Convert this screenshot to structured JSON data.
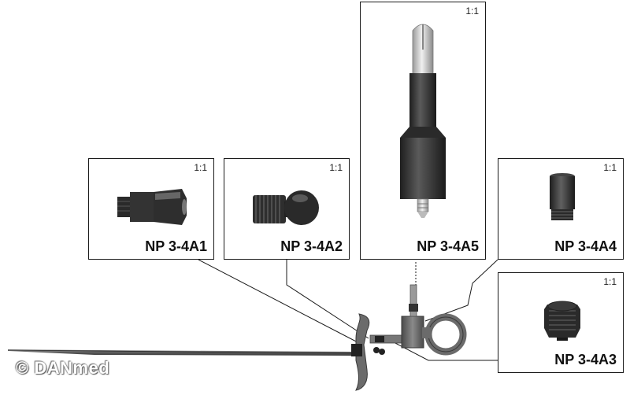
{
  "parts": [
    {
      "id": "a1",
      "scale": "1:1",
      "code": "NP 3-4A1"
    },
    {
      "id": "a2",
      "scale": "1:1",
      "code": "NP 3-4A2"
    },
    {
      "id": "a5",
      "scale": "1:1",
      "code": "NP 3-4A5"
    },
    {
      "id": "a4",
      "scale": "1:1",
      "code": "NP 3-4A4"
    },
    {
      "id": "a3",
      "scale": "1:1",
      "code": "NP 3-4A3"
    }
  ],
  "watermark": "© DANmed",
  "colors": {
    "line": "#1a1a1a",
    "part_dark": "#2b2b2b",
    "instrument_gray": "#6b6b6b",
    "metal": "#c8c8c8"
  }
}
